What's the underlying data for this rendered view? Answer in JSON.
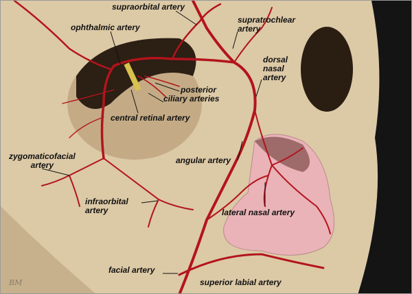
{
  "title": "Arterial supply of the orbit and nose",
  "colors": {
    "bone": "#dcc9a6",
    "artery": "#b3141c",
    "nose": "#e9b3b8",
    "orbit": "#3a2a1c",
    "background": "#141414"
  },
  "labels": {
    "supraorbital": "supraorbital artery",
    "ophthalmic": "ophthalmic artery",
    "supratrochlear": [
      "supratrochlear",
      "artery"
    ],
    "dorsal_nasal": [
      "dorsal",
      "nasal",
      "artery"
    ],
    "posterior_ciliary": [
      "posterior",
      "ciliary arteries"
    ],
    "central_retinal": "central retinal artery",
    "zygomaticofacial": [
      "zygomaticofacial",
      "artery"
    ],
    "angular": "angular artery",
    "infraorbital": [
      "infraorbital",
      "artery"
    ],
    "lateral_nasal": "lateral nasal artery",
    "facial": "facial artery",
    "superior_labial": "superior labial artery"
  },
  "signature": "BM"
}
